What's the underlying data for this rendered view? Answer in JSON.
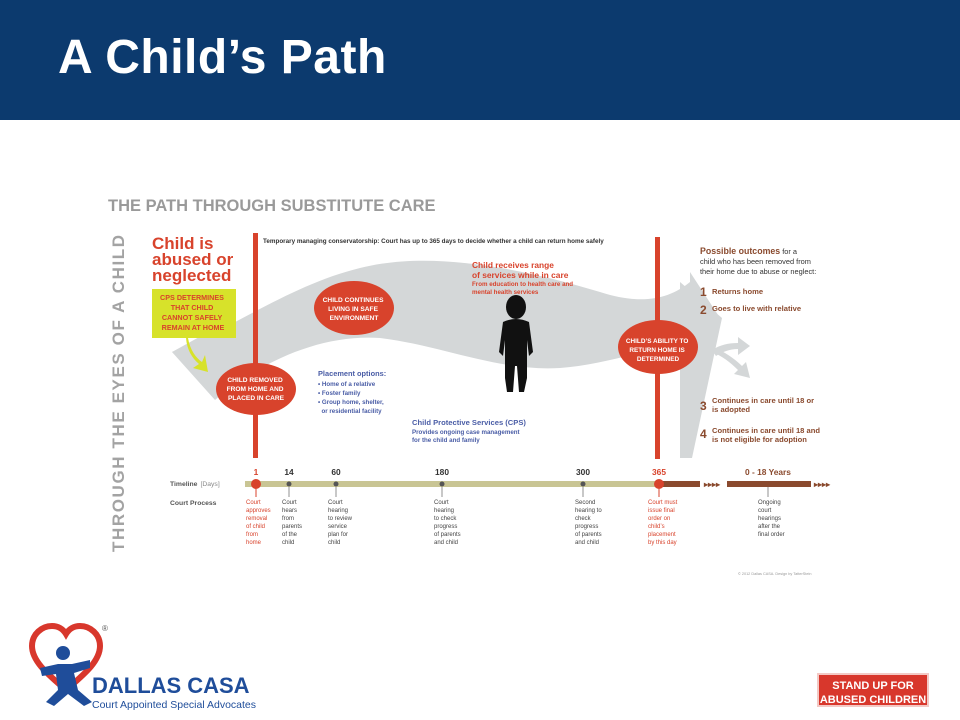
{
  "slide": {
    "title": "A Child’s Path"
  },
  "infographic": {
    "heading": "THE PATH THROUGH SUBSTITUTE CARE",
    "side_label": "THROUGH THE EYES OF A CHILD",
    "abused_title": [
      "Child is",
      "abused or",
      "neglected"
    ],
    "cps_box": [
      "CPS DETERMINES",
      "THAT CHILD",
      "CANNOT SAFELY",
      "REMAIN AT HOME"
    ],
    "conservatorship": "Temporary managing conservatorship: Court has up to 365 days to decide whether a child can return home safely",
    "removed_circle": [
      "CHILD REMOVED",
      "FROM HOME AND",
      "PLACED IN CARE"
    ],
    "continues_circle": [
      "CHILD CONTINUES",
      "LIVING IN SAFE",
      "ENVIRONMENT"
    ],
    "services_title": [
      "Child receives range",
      "of services while in care"
    ],
    "services_sub": [
      "From education to health care and",
      "mental health services"
    ],
    "placement_title": "Placement options:",
    "placement_items": [
      "• Home of a relative",
      "• Foster family",
      "• Group home, shelter,",
      "  or residential facility"
    ],
    "cps_title": "Child Protective Services (CPS)",
    "cps_sub": [
      "Provides ongoing case management",
      "for the child and family"
    ],
    "ability_circle": [
      "CHILD’S ABILITY TO",
      "RETURN HOME IS",
      "DETERMINED"
    ],
    "outcomes_title": "Possible outcomes",
    "outcomes_title_rest": " for a",
    "outcomes_intro": [
      "child who has been removed from",
      "their home due to abuse or neglect:"
    ],
    "outcomes": [
      {
        "num": "1",
        "lines": [
          "Returns home"
        ]
      },
      {
        "num": "2",
        "lines": [
          "Goes to live with relative"
        ]
      },
      {
        "num": "3",
        "lines": [
          "Continues in care until 18 or",
          "is adopted"
        ]
      },
      {
        "num": "4",
        "lines": [
          "Continues in care until 18 and",
          "is not eligible for adoption"
        ]
      }
    ],
    "timeline_label": "Timeline",
    "timeline_unit": "[Days]",
    "court_label": "Court Process",
    "ticks": [
      {
        "day": "1",
        "desc": [
          "Court",
          "approves",
          "removal",
          "of child",
          "from",
          "home"
        ]
      },
      {
        "day": "14",
        "desc": [
          "Court",
          "hears",
          "from",
          "parents",
          "of the",
          "child"
        ]
      },
      {
        "day": "60",
        "desc": [
          "Court",
          "hearing",
          "to review",
          "service",
          "plan for",
          "child"
        ]
      },
      {
        "day": "180",
        "desc": [
          "Court",
          "hearing",
          "to check",
          "progress",
          "of parents",
          "and child"
        ]
      },
      {
        "day": "300",
        "desc": [
          "Second",
          "hearing to",
          "check",
          "progress",
          "of parents",
          "and child"
        ]
      },
      {
        "day": "365",
        "desc": [
          "Court must",
          "issue final",
          "order on",
          "child’s",
          "placement",
          "by this day"
        ]
      },
      {
        "day": "0 - 18 Years",
        "desc": [
          "Ongoing",
          "court",
          "hearings",
          "after the",
          "final order"
        ]
      }
    ],
    "copyright": "© 2012 Dallas CASA. Design by TatterStein"
  },
  "footer": {
    "logo_name_1": "DALLAS",
    "logo_name_2": "CASA",
    "logo_tagline": "Court Appointed Special Advocates",
    "logo_registered": "®",
    "badge_line_1": "STAND UP FOR",
    "badge_line_2": "ABUSED CHILDREN"
  },
  "colors": {
    "header_bg": "#0c3a6e",
    "accent_red": "#d8432c",
    "accent_brown": "#8a4a2e",
    "lime": "#d7e22a",
    "band_gray": "#d4d7d8",
    "heading_gray": "#9a9a9a",
    "blue_text": "#4a5da6",
    "timeline_khaki": "#c9c594"
  },
  "icons": [
    "heart-icon",
    "child-figure-icon",
    "silhouette-child-icon",
    "down-arrow-icon",
    "branch-arrows-icon"
  ]
}
